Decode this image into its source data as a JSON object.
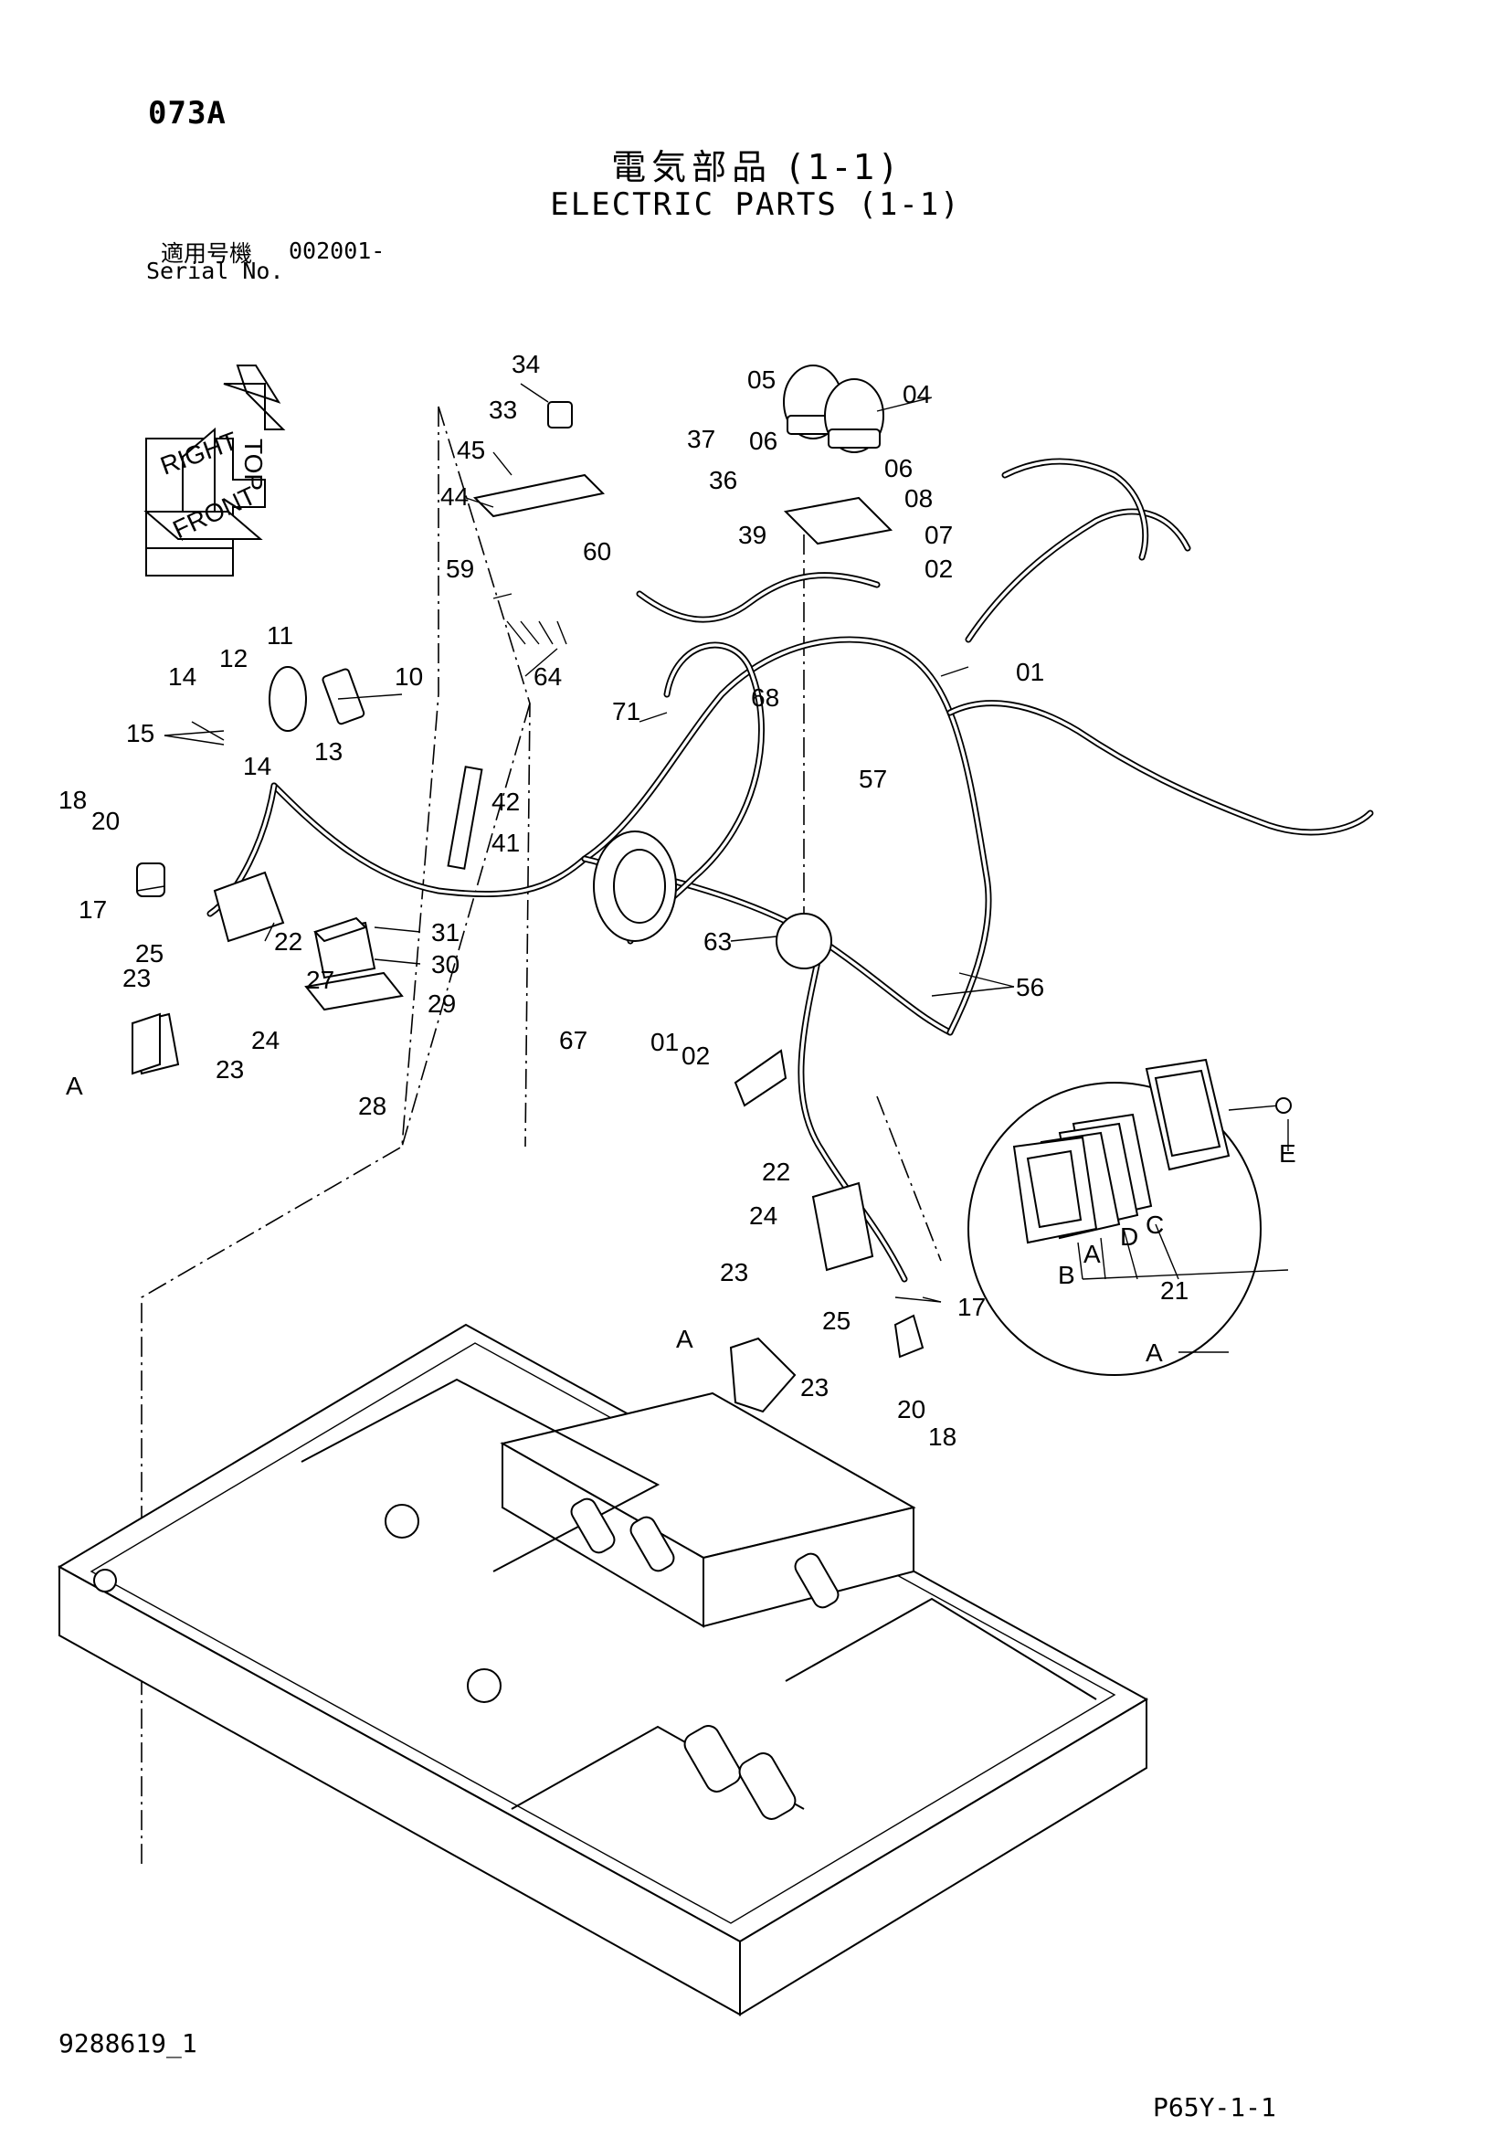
{
  "header": {
    "page_code": "073A",
    "title_jp": "電気部品 (1-1)",
    "title_en": "ELECTRIC PARTS (1-1)",
    "serial_label_jp": "適用号機",
    "serial_value": "002001-",
    "serial_label_en": "Serial No."
  },
  "orientation": {
    "top": "TOP",
    "right": "RIGHT",
    "front": "FRONT"
  },
  "callouts": [
    "34",
    "33",
    "45",
    "44",
    "59",
    "60",
    "64",
    "37",
    "36",
    "39",
    "05",
    "04",
    "06",
    "06",
    "08",
    "07",
    "02",
    "01",
    "68",
    "71",
    "11",
    "12",
    "10",
    "14",
    "15",
    "14",
    "13",
    "42",
    "41",
    "18",
    "20",
    "17",
    "31",
    "22",
    "30",
    "25",
    "23",
    "24",
    "23",
    "27",
    "29",
    "A",
    "28",
    "57",
    "63",
    "67",
    "01",
    "02",
    "56",
    "22",
    "24",
    "23",
    "25",
    "A",
    "23",
    "17",
    "20",
    "18",
    "E",
    "C",
    "D",
    "A",
    "B",
    "21",
    "A"
  ],
  "footer": {
    "doc_number": "9288619_1",
    "page_ref": "P65Y-1-1"
  }
}
